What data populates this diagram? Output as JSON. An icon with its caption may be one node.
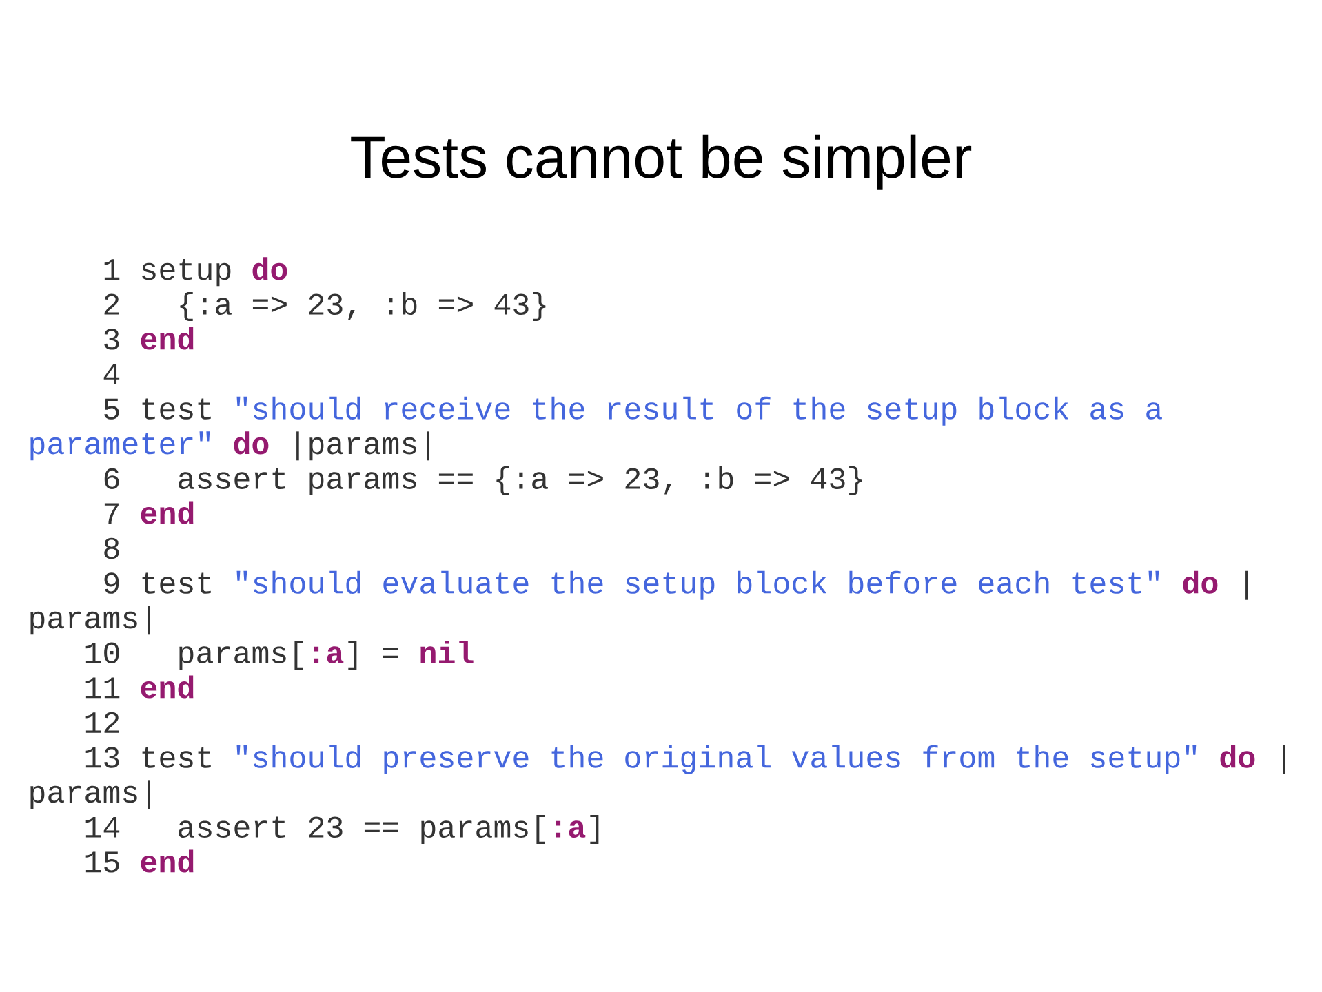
{
  "diagram": {
    "title": "Tests cannot be simpler",
    "labels": [
      "1",
      "setup",
      "do",
      "2",
      "{:a => 23, :b => 43}",
      "3",
      "end",
      "4",
      "5",
      "test",
      "\"should receive the result of the setup block as a",
      "parameter\"",
      "do",
      "|params|",
      "6",
      "assert params == {:a => 23, :b => 43}",
      "7",
      "end",
      "8",
      "9",
      "test",
      "\"should evaluate the setup block before each test\"",
      "do",
      "|",
      "params|",
      "10",
      "params[",
      ":a",
      "] =",
      "nil",
      "11",
      "end",
      "12",
      "13",
      "test",
      "\"should preserve the original values from the setup\"",
      "do",
      "|",
      "params|",
      "14",
      "assert 23 == params[",
      ":a",
      "]",
      "15",
      "end"
    ]
  }
}
